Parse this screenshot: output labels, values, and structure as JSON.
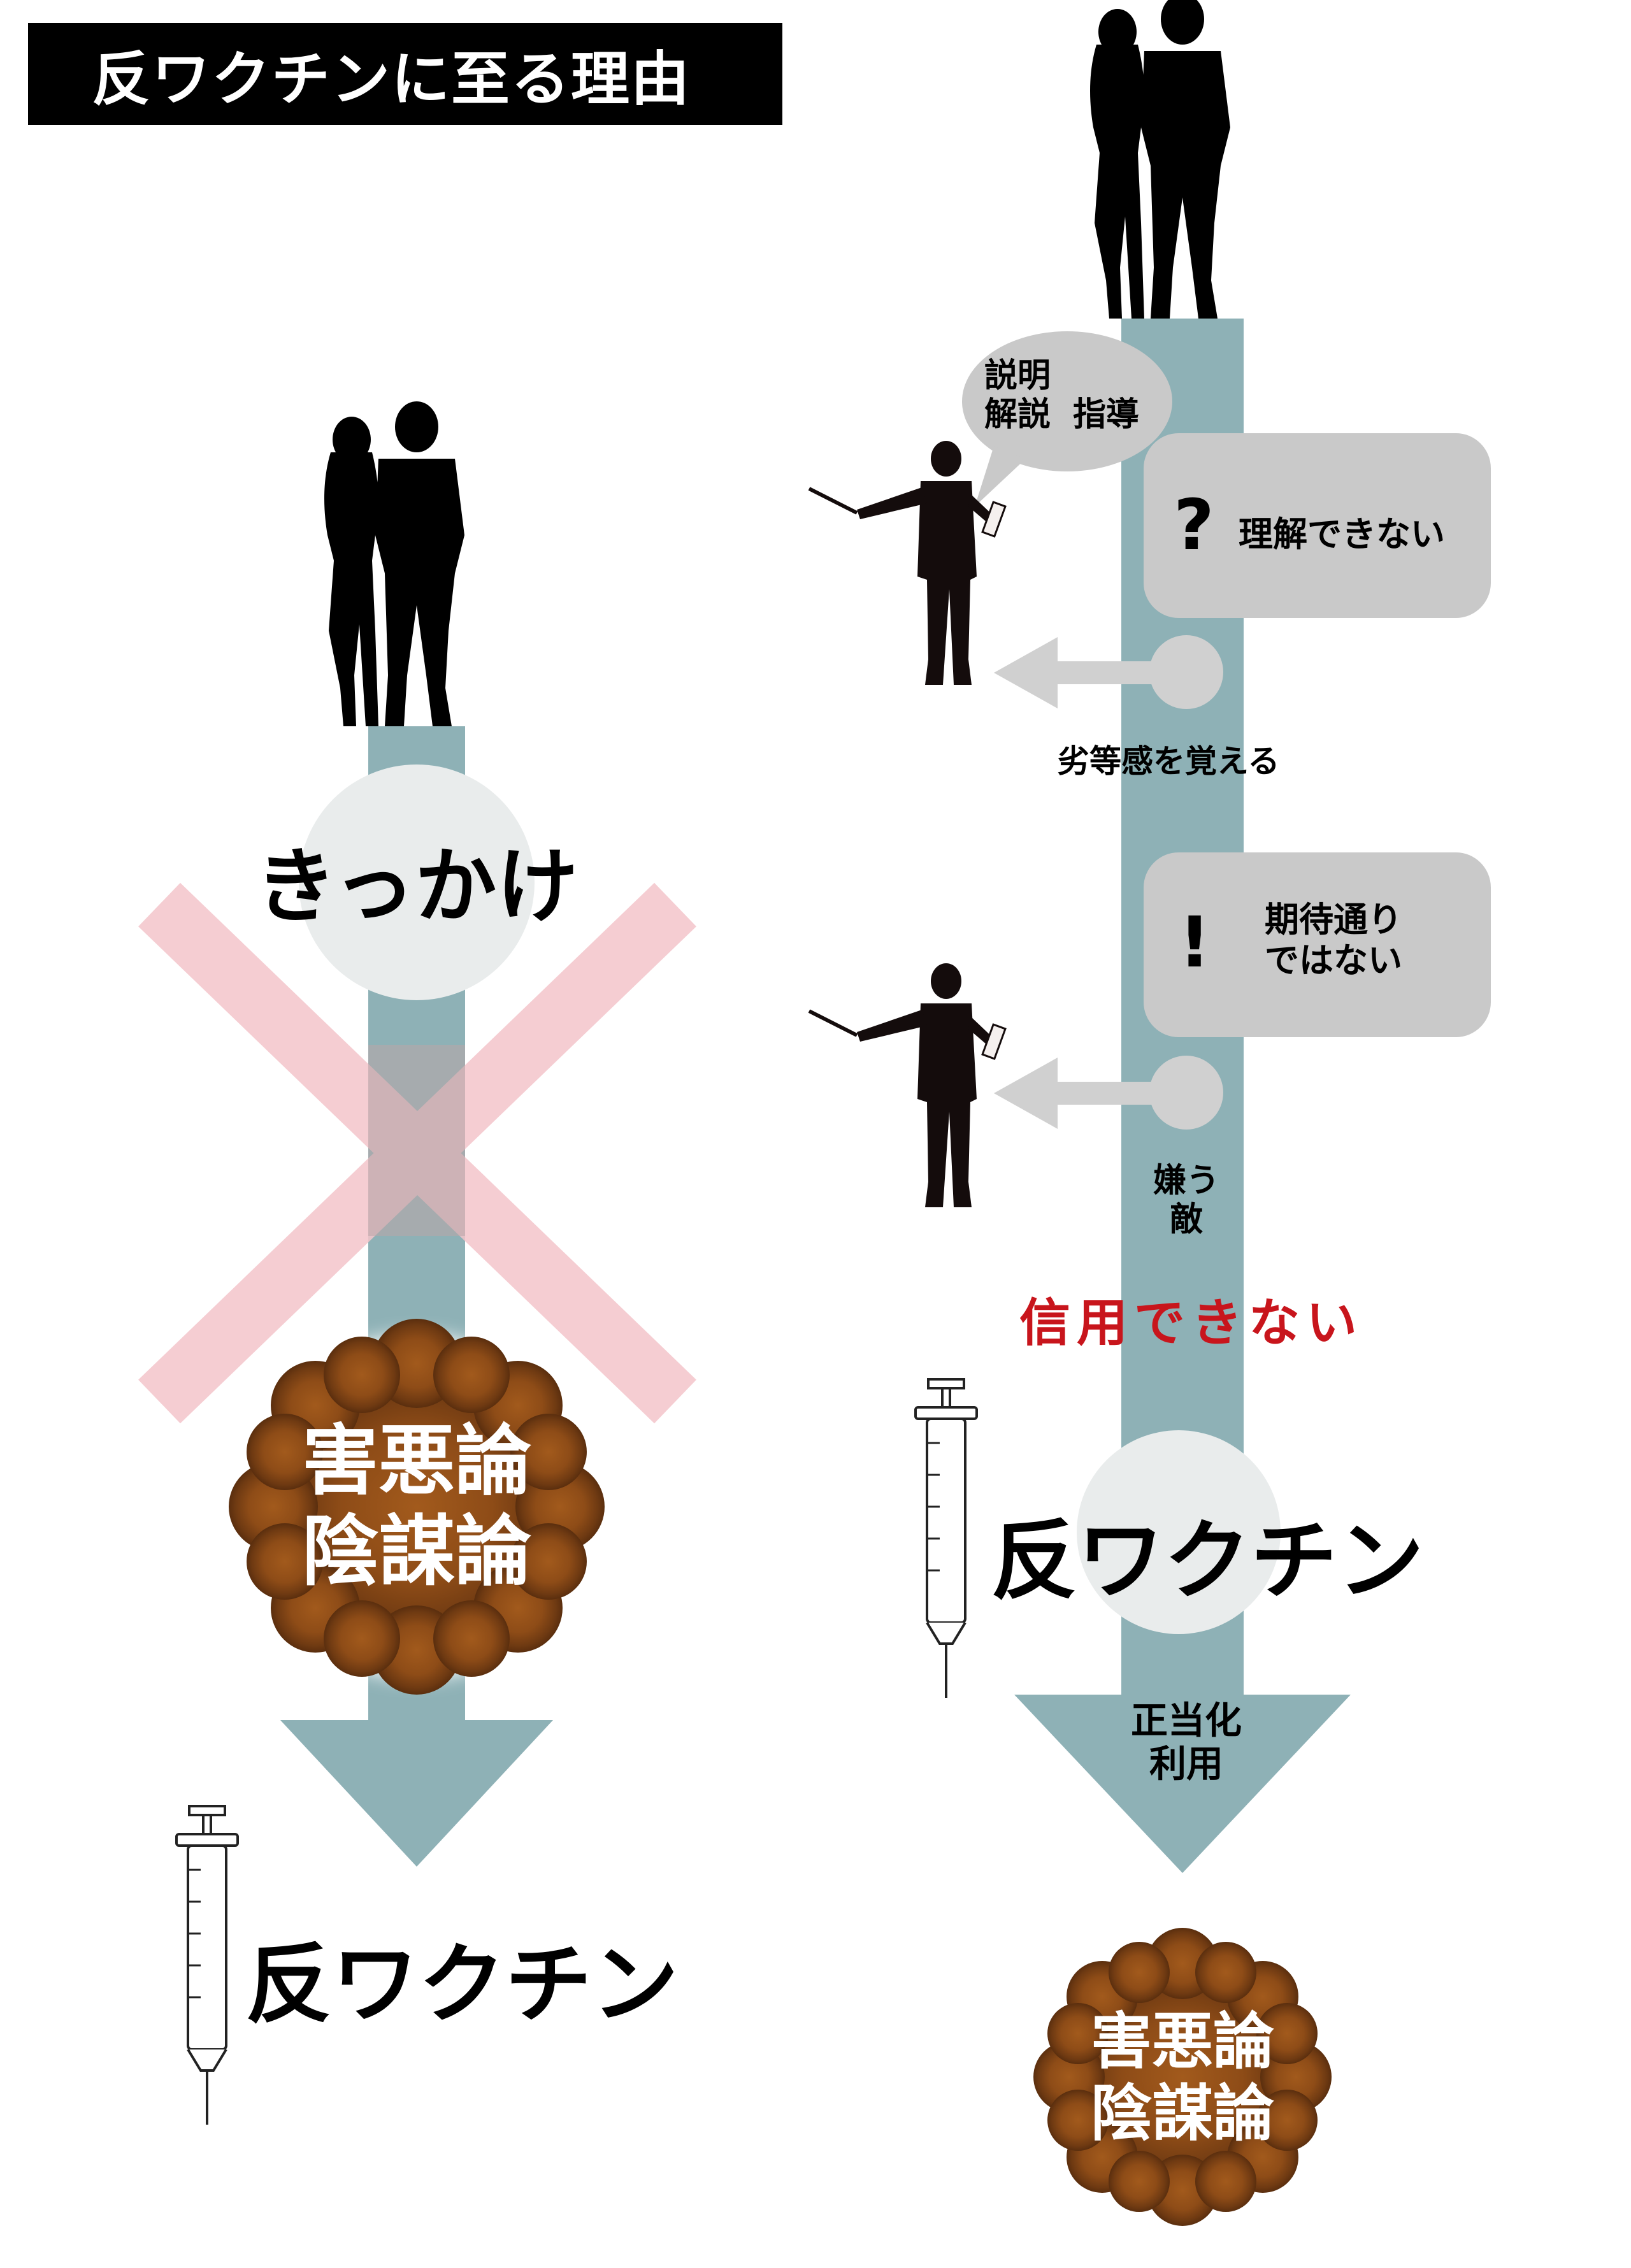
{
  "title": "反ワクチンに至る理由",
  "left": {
    "trigger": "きっかけ",
    "theories": [
      "害悪論",
      "陰謀論"
    ],
    "result": "反ワクチン"
  },
  "right": {
    "speech": {
      "line1": "説明",
      "line2": "解説",
      "side": "指導"
    },
    "box1": {
      "mark": "?",
      "text": "理解できない"
    },
    "feel1": "劣等感を覚える",
    "box2": {
      "mark": "!",
      "line1": "期待通り",
      "line2": "ではない"
    },
    "feel2": {
      "line1": "嫌う",
      "line2": "敵"
    },
    "distrust": "信用できない",
    "result": "反ワクチン",
    "arrow_label": {
      "line1": "正当化",
      "line2": "利用"
    },
    "theories": [
      "害悪論",
      "陰謀論"
    ]
  },
  "colors": {
    "arrow": "#8eb1b6",
    "cross": "#f4c5cb",
    "node": "#e9ecec",
    "box": "#c9c9c9",
    "seal": "#8b4a16",
    "distrust": "#c8151c"
  }
}
